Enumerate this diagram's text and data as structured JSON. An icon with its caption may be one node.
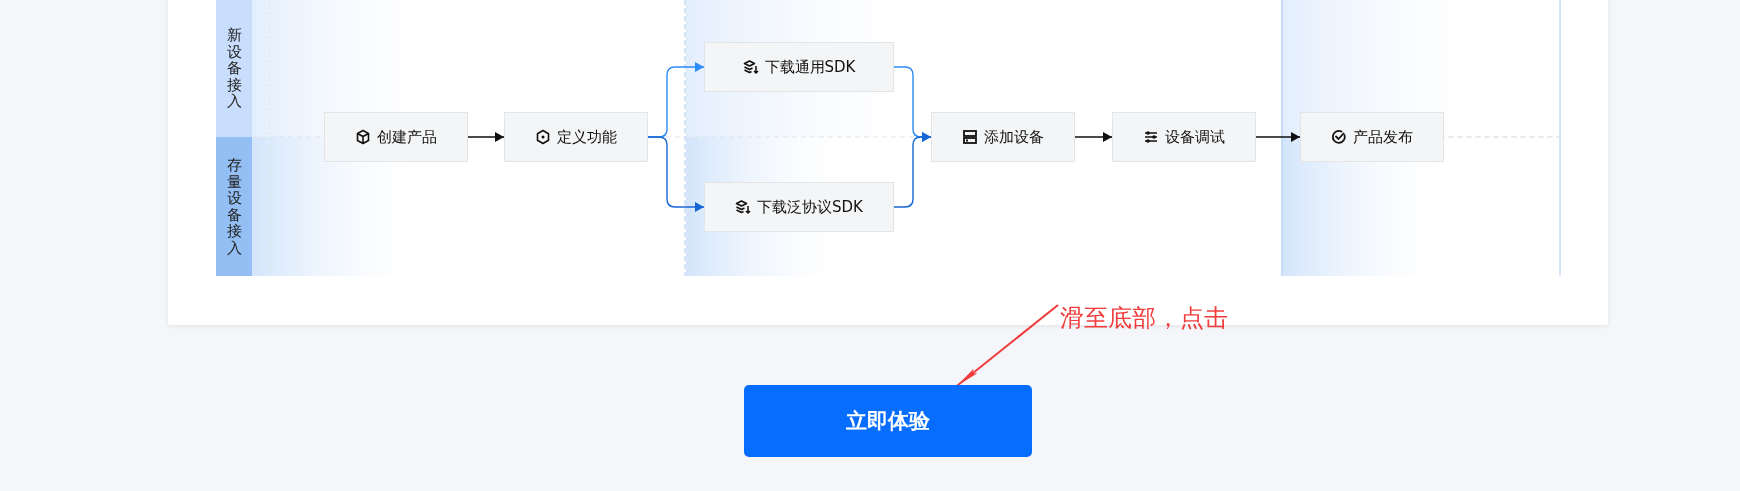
{
  "diagram": {
    "nodes": [
      {
        "text": [
          "新设备接入"
        ]
      },
      {
        "text": [
          "存量设备接入"
        ]
      },
      {
        "text": [
          "创建产品"
        ]
      },
      {
        "text": [
          "定义功能"
        ]
      },
      {
        "text": [
          "下载通用SDK"
        ]
      },
      {
        "text": [
          "下载泛协议SDK"
        ]
      },
      {
        "text": [
          "添加设备"
        ]
      },
      {
        "text": [
          "设备调试"
        ]
      },
      {
        "text": [
          "产品发布"
        ]
      },
      {
        "text": [
          "滑至底部，点击"
        ]
      },
      {
        "text": [
          "立即体验"
        ]
      }
    ],
    "edges": [
      {
        "from": 2,
        "to": 3,
        "arrow": "to"
      },
      {
        "from": 3,
        "to": 4,
        "arrow": "to",
        "color": "#2b8cf6"
      },
      {
        "from": 3,
        "to": 5,
        "arrow": "to",
        "color": "#1766d6"
      },
      {
        "from": 4,
        "to": 6,
        "arrow": "to",
        "color": "#2b8cf6"
      },
      {
        "from": 5,
        "to": 6,
        "arrow": "to",
        "color": "#1766d6"
      },
      {
        "from": 6,
        "to": 7,
        "arrow": "to"
      },
      {
        "from": 7,
        "to": 8,
        "arrow": "to"
      },
      {
        "from": 9,
        "to": 10,
        "arrow": "to",
        "color": "#f03c3c"
      }
    ]
  }
}
